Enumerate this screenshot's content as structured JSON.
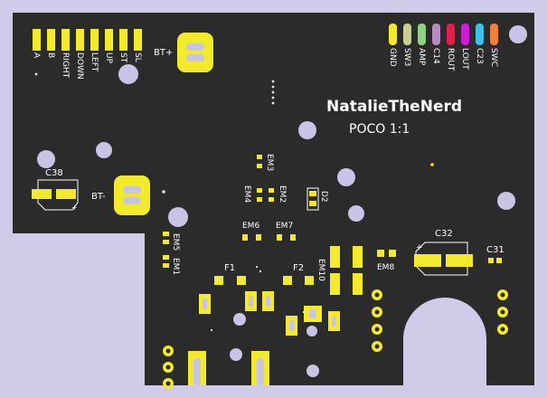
{
  "colors": {
    "background": "#cfcbe9",
    "board": "#2c2b2c",
    "pad": "#f3ea2c",
    "hole": "#c8c4e6",
    "silk": "#ffffff"
  },
  "board": {
    "title": "NatalieTheNerd",
    "subtitle": "POCO 1:1"
  },
  "left_header": {
    "labels": [
      "A",
      "B",
      "RIGHT",
      "DOWN",
      "LEFT",
      "UP",
      "ST",
      "SL"
    ]
  },
  "right_header": {
    "labels": [
      "GND",
      "SW3",
      "AMP",
      "C14",
      "ROUT",
      "LOUT",
      "C23",
      "SWC"
    ],
    "wire_colors": [
      "#f3ea2c",
      "#c9cf93",
      "#90d088",
      "#b98ac0",
      "#e0204a",
      "#cf1bd6",
      "#3cc2e8",
      "#f07f3b"
    ]
  },
  "labels": {
    "bt_plus": "BT+",
    "bt_minus": "BT-",
    "c38": "C38",
    "c32": "C32",
    "c31": "C31",
    "em1": "EM1",
    "em2": "EM2",
    "em3": "EM3",
    "em4": "EM4",
    "em5": "EM5",
    "em6": "EM6",
    "em7": "EM7",
    "em8": "EM8",
    "em10": "EM10",
    "d2": "D2",
    "f1": "F1",
    "f2": "F2"
  }
}
